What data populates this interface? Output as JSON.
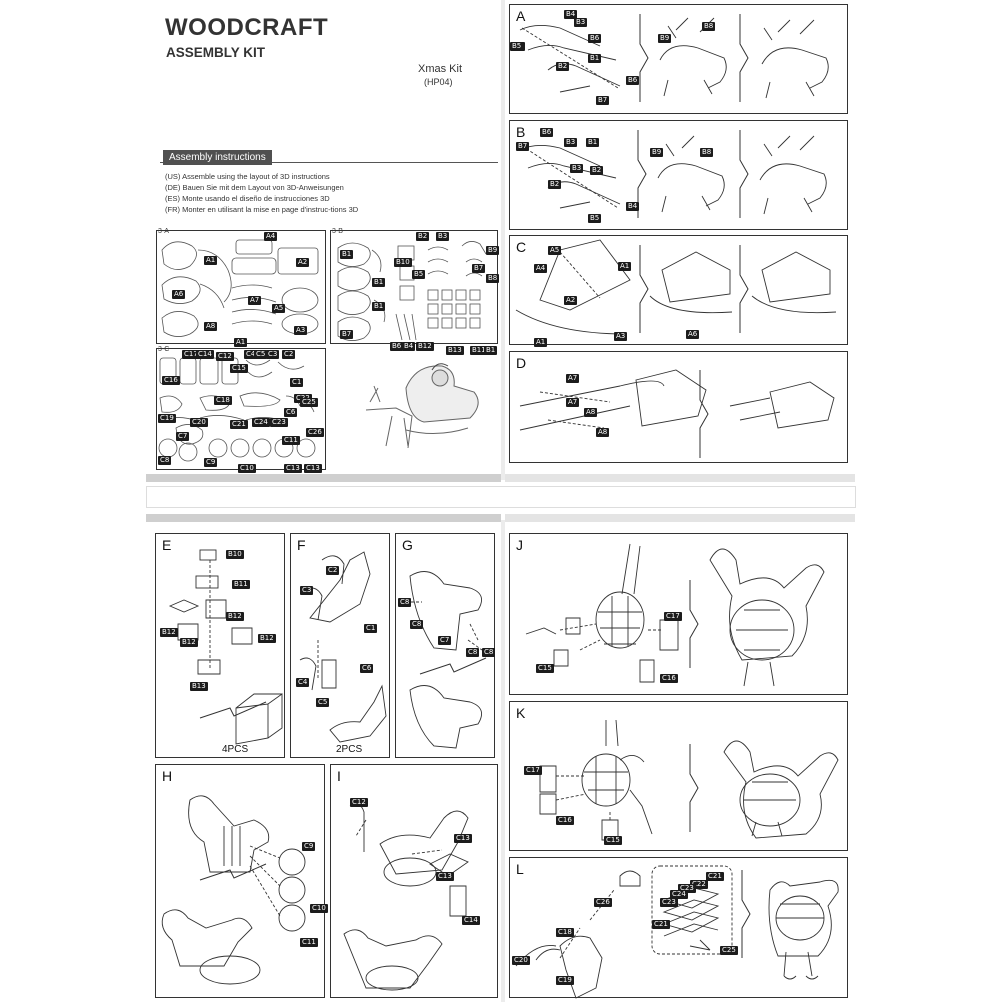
{
  "header": {
    "title": "WOODCRAFT",
    "subtitle": "ASSEMBLY KIT",
    "kit_name": "Xmas Kit",
    "kit_code": "(HP04)"
  },
  "instructions": {
    "heading": "Assembly instructions",
    "lines": [
      "(US) Assemble using the layout of 3D instructions",
      "(DE) Bauen Sie mit dem Layout von 3D-Anweisungen",
      "(ES) Monte usando el diseño de instrucciones 3D",
      "(FR) Monter en utilisant la mise en page d'instruc-tions 3D"
    ]
  },
  "sheets": {
    "a": {
      "title": "3-A",
      "labels": [
        "A4",
        "A1",
        "A2",
        "A6",
        "A7",
        "A5",
        "A3",
        "A8",
        "A1"
      ]
    },
    "b": {
      "title": "3-B",
      "labels": [
        "B2",
        "B3",
        "B1",
        "B9",
        "B7",
        "B8",
        "B10",
        "B5",
        "B6",
        "B4",
        "B12",
        "B13",
        "B11",
        "B1",
        "B1",
        "B1",
        "B7"
      ]
    },
    "c": {
      "title": "3-C",
      "labels": [
        "C17",
        "C14",
        "C12",
        "C4",
        "C5",
        "C3",
        "C2",
        "C16",
        "C15",
        "C1",
        "C18",
        "C22",
        "C19",
        "C25",
        "C20",
        "C24",
        "C23",
        "C21",
        "C26",
        "C7",
        "C11",
        "C8",
        "C9",
        "C10",
        "C13",
        "C13",
        "C6"
      ]
    }
  },
  "steps": {
    "A": {
      "letter": "A",
      "labels": [
        "B4",
        "B2",
        "B3",
        "B6",
        "B5",
        "B1",
        "B2",
        "B6",
        "B7",
        "B9",
        "B8"
      ]
    },
    "B": {
      "letter": "B",
      "labels": [
        "B6",
        "B3",
        "B7",
        "B1",
        "B2",
        "B2",
        "B3",
        "B4",
        "B5",
        "B9",
        "B8"
      ]
    },
    "C": {
      "letter": "C",
      "labels": [
        "A5",
        "A4",
        "A1",
        "A2",
        "A3",
        "A1",
        "A6"
      ]
    },
    "D": {
      "letter": "D",
      "labels": [
        "A7",
        "A7",
        "A8",
        "A8"
      ]
    },
    "E": {
      "letter": "E",
      "labels": [
        "B10",
        "B11",
        "B12",
        "B12",
        "B12",
        "B12",
        "B13"
      ],
      "count": "4PCS"
    },
    "F": {
      "letter": "F",
      "labels": [
        "C2",
        "C3",
        "C1",
        "C6",
        "C4",
        "C5"
      ],
      "count": "2PCS"
    },
    "G": {
      "letter": "G",
      "labels": [
        "C8",
        "C8",
        "C7",
        "C8",
        "C8"
      ]
    },
    "H": {
      "letter": "H",
      "labels": [
        "C9",
        "C10",
        "C11"
      ]
    },
    "I": {
      "letter": "I",
      "labels": [
        "C12",
        "C13",
        "C13",
        "C14"
      ]
    },
    "J": {
      "letter": "J",
      "labels": [
        "C17",
        "C15",
        "C16"
      ]
    },
    "K": {
      "letter": "K",
      "labels": [
        "C17",
        "C16",
        "C15"
      ]
    },
    "L": {
      "letter": "L",
      "labels": [
        "C26",
        "C18",
        "C19",
        "C20",
        "C21",
        "C22",
        "C23",
        "C24",
        "C23",
        "C21",
        "C25"
      ]
    }
  }
}
